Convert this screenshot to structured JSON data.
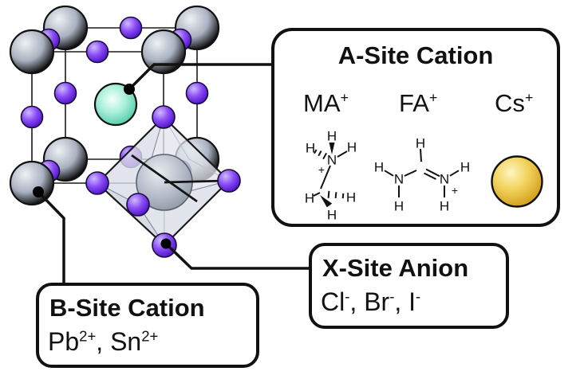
{
  "colors": {
    "a_site_teal": "#4cc9a4",
    "b_site_gray": "#9aa2b3",
    "x_site_purple": "#7a3af0",
    "cs_gold": "#e3aa33",
    "outline": "#111111",
    "background": "#ffffff"
  },
  "a_box": {
    "title": "A-Site Cation",
    "cations": [
      {
        "base": "MA",
        "charge": "+"
      },
      {
        "base": "FA",
        "charge": "+"
      },
      {
        "base": "Cs",
        "charge": "+"
      }
    ],
    "atoms": {
      "h": "H",
      "n": "N",
      "plus": "+"
    }
  },
  "x_box": {
    "title": "X-Site Anion",
    "sep": ", ",
    "ions": [
      {
        "base": "Cl",
        "charge": "-"
      },
      {
        "base": "Br",
        "charge": "-"
      },
      {
        "base": "I",
        "charge": "-"
      }
    ]
  },
  "b_box": {
    "title": "B-Site Cation",
    "sep": ", ",
    "ions": [
      {
        "base": "Pb",
        "charge": "2+"
      },
      {
        "base": "Sn",
        "charge": "2+"
      }
    ]
  }
}
